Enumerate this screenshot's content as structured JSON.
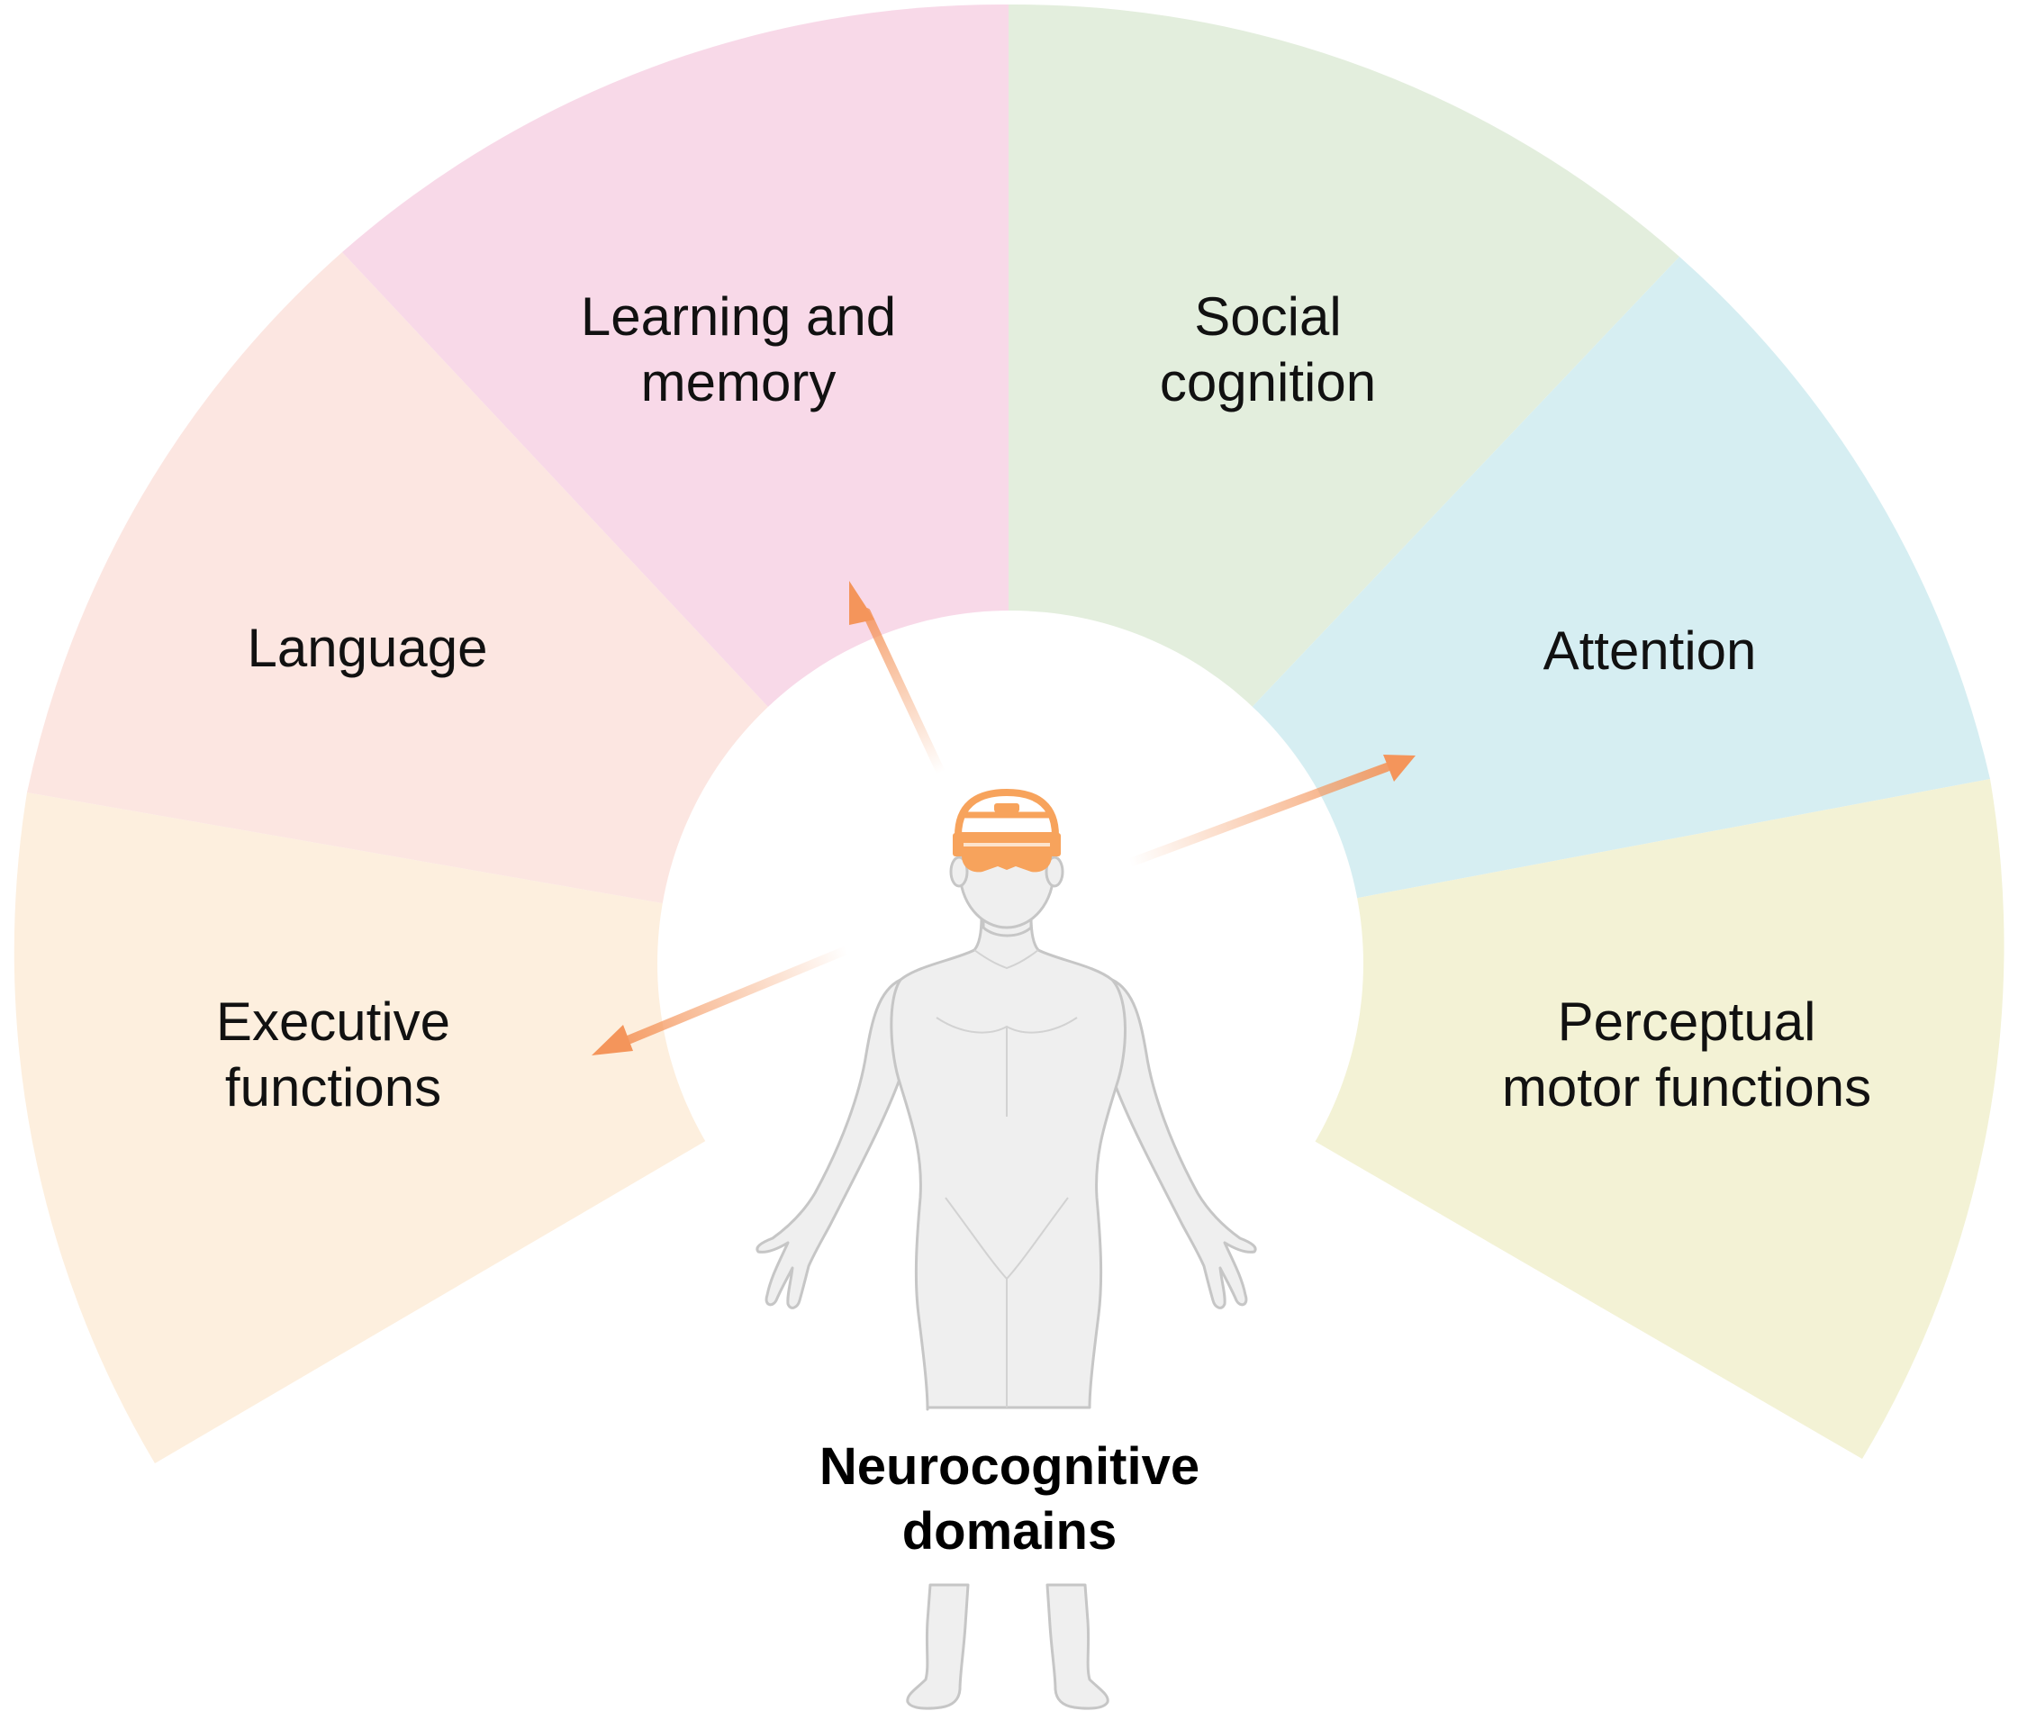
{
  "diagram": {
    "center": {
      "line1": "Neurocognitive",
      "line2": "domains"
    },
    "domains": [
      {
        "id": "executive",
        "line1": "Executive",
        "line2": "functions",
        "color": "#FDEFDE"
      },
      {
        "id": "language",
        "line1": "Language",
        "line2": "",
        "color": "#FCE6E1"
      },
      {
        "id": "learning",
        "line1": "Learning and",
        "line2": "memory",
        "color": "#F8D9E8"
      },
      {
        "id": "social",
        "line1": "Social",
        "line2": "cognition",
        "color": "#E3EEDD"
      },
      {
        "id": "attention",
        "line1": "Attention",
        "line2": "",
        "color": "#D6EEF2"
      },
      {
        "id": "perceptual",
        "line1": "Perceptual",
        "line2": "motor functions",
        "color": "#F3F2D5"
      }
    ],
    "colors": {
      "arrow": "#F4955B",
      "headset": "#F7A35C",
      "body_fill": "#EFEFEF",
      "body_stroke": "#C8C8C8"
    },
    "icons": [
      "vr-headset-icon",
      "human-figure-icon"
    ]
  }
}
